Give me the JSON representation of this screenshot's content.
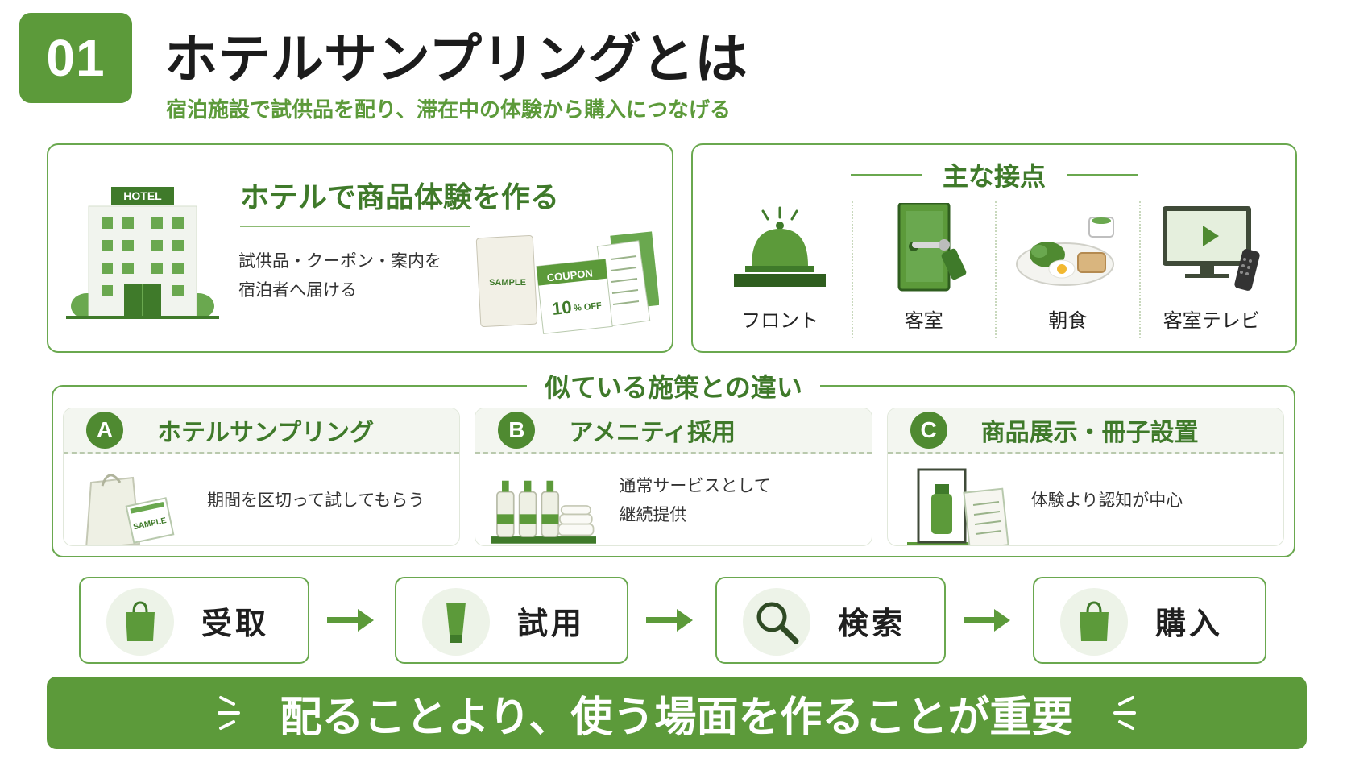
{
  "header": {
    "number": "01",
    "title": "ホテルサンプリングとは",
    "subtitle": "宿泊施設で試供品を配り、滞在中の体験から購入につなげる"
  },
  "left_panel": {
    "hotel_sign": "HOTEL",
    "title": "ホテルで商品体験を作る",
    "text": "試供品・クーポン・案内を\n宿泊者へ届ける",
    "sample_label": "SAMPLE",
    "coupon_label": "COUPON",
    "coupon_value": "10",
    "coupon_unit": "% OFF"
  },
  "right_panel": {
    "title": "主な接点",
    "items": [
      {
        "label": "フロント",
        "icon": "bell-icon"
      },
      {
        "label": "客室",
        "icon": "door-key-icon"
      },
      {
        "label": "朝食",
        "icon": "breakfast-icon"
      },
      {
        "label": "客室テレビ",
        "icon": "tv-icon"
      }
    ]
  },
  "comparison": {
    "title": "似ている施策との違い",
    "cards": [
      {
        "letter": "A",
        "title": "ホテルサンプリング",
        "text": "期間を区切って試してもらう",
        "sample_label": "SAMPLE"
      },
      {
        "letter": "B",
        "title": "アメニティ採用",
        "text": "通常サービスとして\n継続提供"
      },
      {
        "letter": "C",
        "title": "商品展示・冊子設置",
        "text": "体験より認知が中心"
      }
    ]
  },
  "flow": {
    "steps": [
      {
        "label": "受取",
        "icon": "shopping-bag-icon"
      },
      {
        "label": "試用",
        "icon": "tube-icon"
      },
      {
        "label": "検索",
        "icon": "search-icon"
      },
      {
        "label": "購入",
        "icon": "shopping-bag-icon"
      }
    ]
  },
  "banner": {
    "text": "配ることより、使う場面を作ることが重要"
  },
  "colors": {
    "primary": "#5c9a3a",
    "dark_green": "#3f7a2a",
    "light_green": "#edf3e8"
  }
}
